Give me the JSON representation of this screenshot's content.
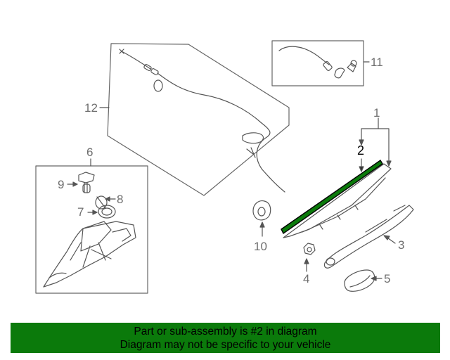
{
  "diagram": {
    "callouts": {
      "c1": "1",
      "c2": "2",
      "c3": "3",
      "c4": "4",
      "c5": "5",
      "c6": "6",
      "c7": "7",
      "c8": "8",
      "c9": "9",
      "c10": "10",
      "c11": "11",
      "c12": "12"
    },
    "highlight_color": "#0b7a0b",
    "highlighted_part": "2"
  },
  "banner": {
    "line1": "Part or sub-assembly is #2 in diagram",
    "line2": "Diagram may not be specific to your vehicle",
    "background": "#0b7a0b"
  }
}
